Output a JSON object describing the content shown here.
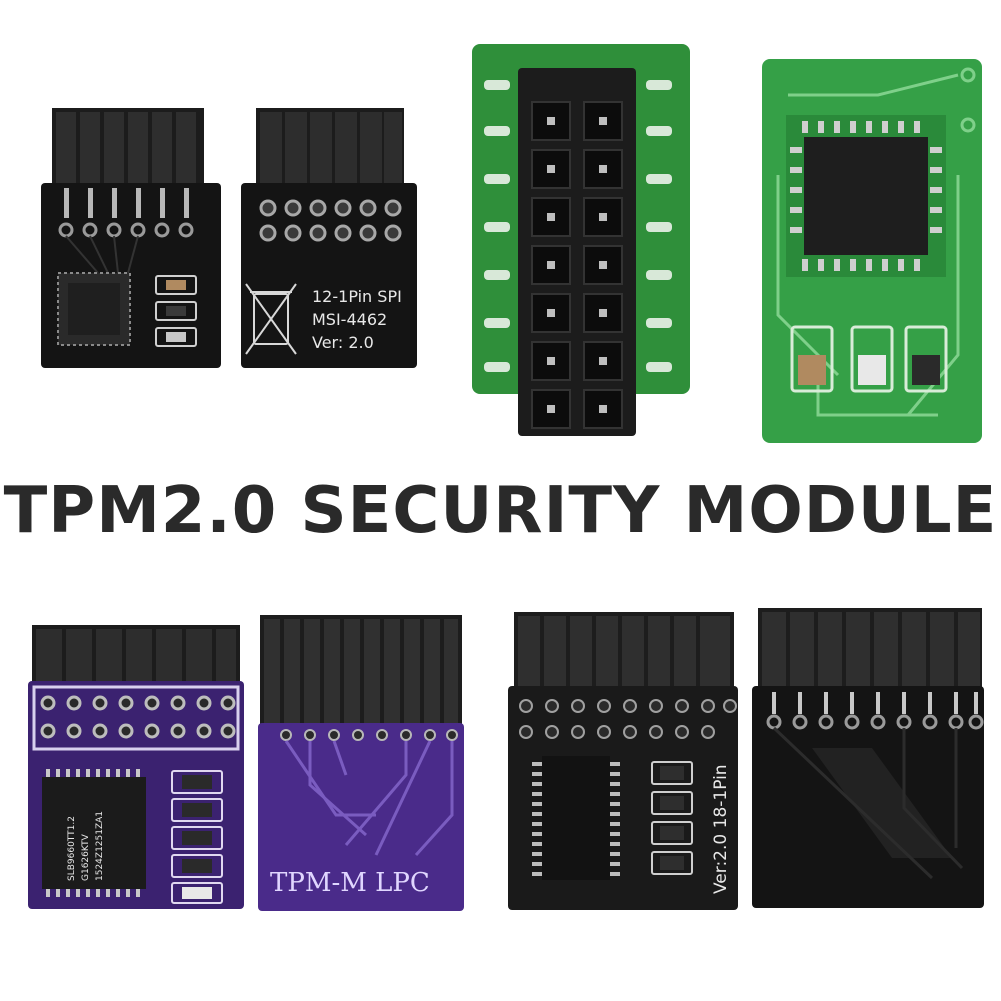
{
  "title": "TPM2.0 SECURITY MODULE",
  "modules": [
    {
      "name": "black-spi-front",
      "board_color": "#141414",
      "header_pins": 12
    },
    {
      "name": "black-spi-back",
      "board_color": "#141414",
      "silkscreen": [
        "12-1Pin SPI",
        "MSI-4462",
        "Ver:  2.0"
      ]
    },
    {
      "name": "green-socket-front",
      "board_color": "#2f8f3a",
      "socket_rows": 7,
      "socket_cols": 2
    },
    {
      "name": "green-chip-back",
      "board_color": "#35a047"
    },
    {
      "name": "purple-lpc-front",
      "board_color": "#3b2270",
      "chip_marking": [
        "SLB9660TT1.2",
        "G1626KTV",
        "1524Z1251ZA1"
      ]
    },
    {
      "name": "purple-lpc-back",
      "board_color": "#4a2b8a",
      "silkscreen": [
        "TPM-M LPC"
      ]
    },
    {
      "name": "black-lpc-front",
      "board_color": "#1a1a1a",
      "silkscreen": [
        "Ver:2.0  18-1Pin"
      ]
    },
    {
      "name": "black-lpc-back",
      "board_color": "#141414"
    }
  ]
}
